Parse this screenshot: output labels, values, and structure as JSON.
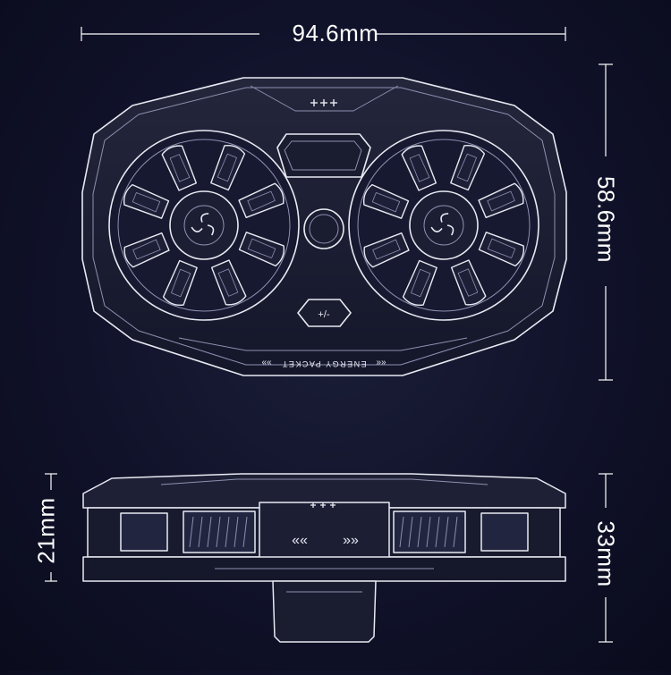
{
  "dimensions": {
    "width": "94.6mm",
    "height": "58.6mm",
    "side_left": "21mm",
    "side_right": "33mm"
  },
  "product": {
    "brand_text": "ENERGY PACKET",
    "chevrons_left": "««",
    "chevrons_right": "»»",
    "button_label": "+/-"
  },
  "colors": {
    "background": "#10122a",
    "line": "#e8eaf2",
    "line_dim": "#8d91b0",
    "body_fill": "#1a1c30"
  },
  "icons": [
    "fan-icon",
    "fan-icon",
    "power-button-icon",
    "dots-indicator-icon",
    "chevron-left-icon",
    "chevron-right-icon"
  ]
}
